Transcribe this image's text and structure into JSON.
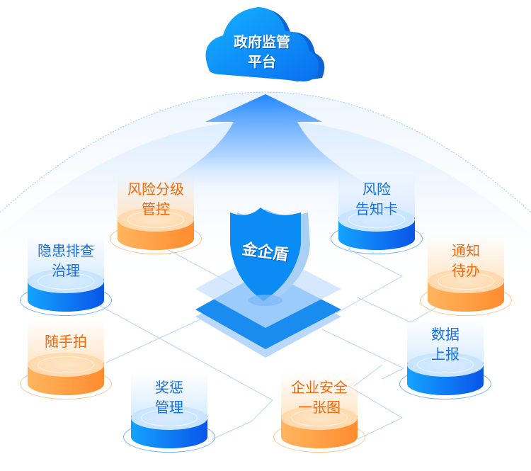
{
  "cloud": {
    "line1": "政府监管",
    "line2": "平台"
  },
  "shield": {
    "label": "金企盾"
  },
  "nodes": [
    {
      "line1": "风险分级",
      "line2": "管控",
      "color": "orange"
    },
    {
      "line1": "风险",
      "line2": "告知卡",
      "color": "blue"
    },
    {
      "line1": "隐患排查",
      "line2": "治理",
      "color": "blue"
    },
    {
      "line1": "通知",
      "line2": "待办",
      "color": "orange"
    },
    {
      "line1": "随手拍",
      "line2": "",
      "color": "orange"
    },
    {
      "line1": "数据",
      "line2": "上报",
      "color": "blue"
    },
    {
      "line1": "奖惩",
      "line2": "管理",
      "color": "blue"
    },
    {
      "line1": "企业安全",
      "line2": "一张图",
      "color": "orange"
    }
  ]
}
